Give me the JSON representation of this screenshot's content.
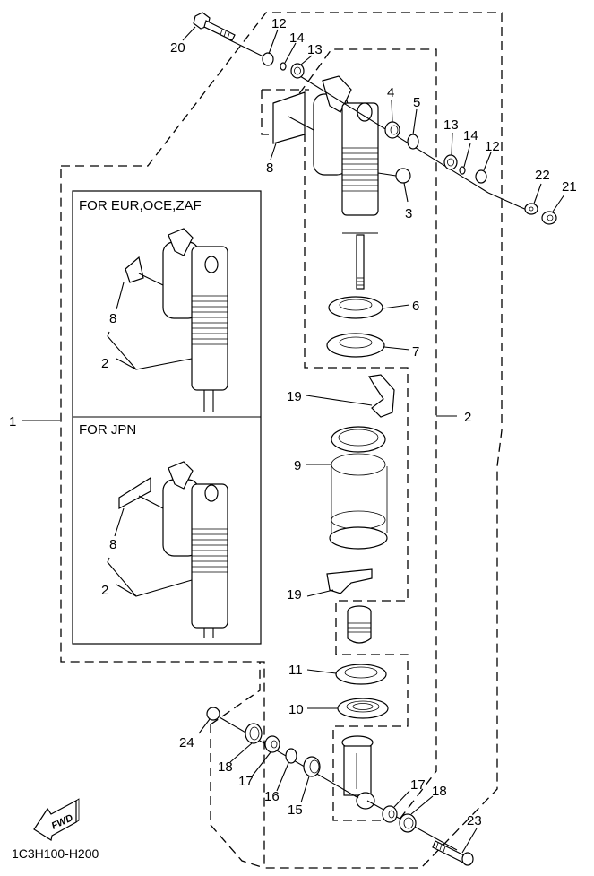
{
  "diagram": {
    "code": "1C3H100-H200",
    "fwd_label": "FWD",
    "inset_titles": [
      "FOR EUR,OCE,ZAF",
      "FOR JPN"
    ],
    "callouts": {
      "c1": "1",
      "c2": "2",
      "c3": "3",
      "c4": "4",
      "c5": "5",
      "c6": "6",
      "c7": "7",
      "c8": "8",
      "c9": "9",
      "c10": "10",
      "c11": "11",
      "c12": "12",
      "c13": "13",
      "c14": "14",
      "c15": "15",
      "c16": "16",
      "c17": "17",
      "c18": "18",
      "c19": "19",
      "c20": "20",
      "c21": "21",
      "c22": "22",
      "c23": "23",
      "c24": "24"
    },
    "inset_callouts": {
      "eur_8": "8",
      "eur_2": "2",
      "jpn_8": "8",
      "jpn_2": "2"
    }
  }
}
